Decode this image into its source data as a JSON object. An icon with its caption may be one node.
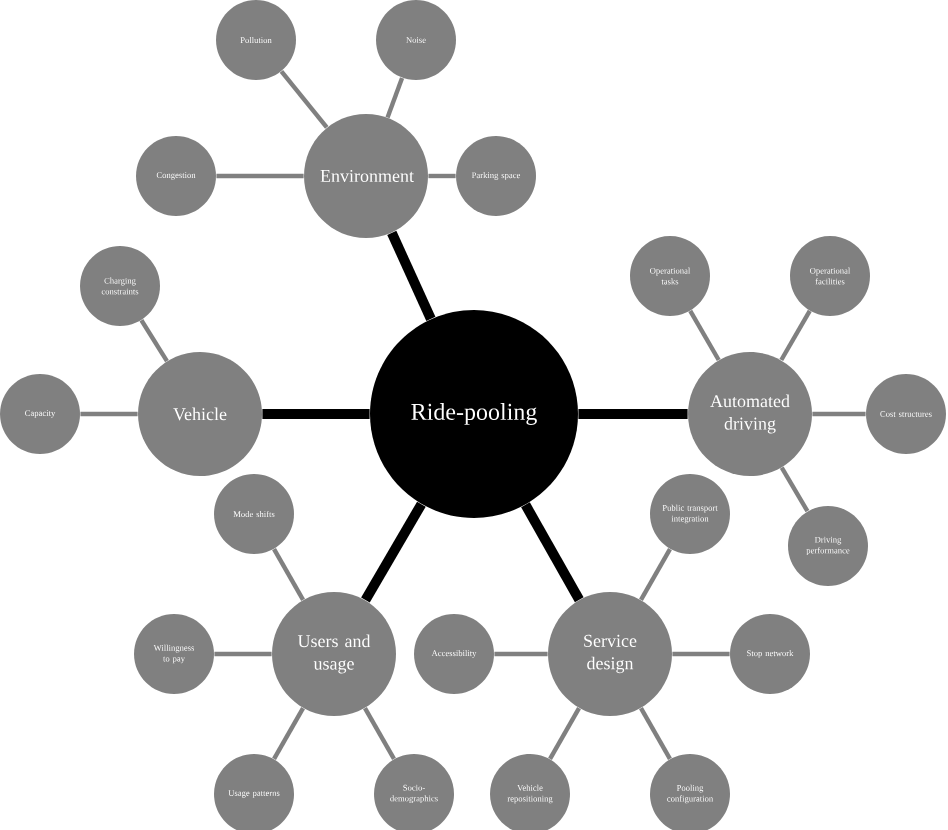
{
  "diagram": {
    "nodes": [
      {
        "text": [
          "Ride-pooling"
        ]
      },
      {
        "text": [
          "Environment"
        ]
      },
      {
        "text": [
          "Pollution"
        ]
      },
      {
        "text": [
          "Noise"
        ]
      },
      {
        "text": [
          "Congestion"
        ]
      },
      {
        "text": [
          "Parking space"
        ]
      },
      {
        "text": [
          "Vehicle"
        ]
      },
      {
        "text": [
          "Charging constraints"
        ]
      },
      {
        "text": [
          "Capacity"
        ]
      },
      {
        "text": [
          "Automated driving"
        ]
      },
      {
        "text": [
          "Operational tasks"
        ]
      },
      {
        "text": [
          "Operational facilities"
        ]
      },
      {
        "text": [
          "Cost structures"
        ]
      },
      {
        "text": [
          "Driving performance"
        ]
      },
      {
        "text": [
          "Users and usage"
        ]
      },
      {
        "text": [
          "Mode shifts"
        ]
      },
      {
        "text": [
          "Willingness to pay"
        ]
      },
      {
        "text": [
          "Usage patterns"
        ]
      },
      {
        "text": [
          "Socio-demographics"
        ]
      },
      {
        "text": [
          "Service design"
        ]
      },
      {
        "text": [
          "Public transport integration"
        ]
      },
      {
        "text": [
          "Stop network"
        ]
      },
      {
        "text": [
          "Vehicle repositioning"
        ]
      },
      {
        "text": [
          "Pooling configuration"
        ]
      },
      {
        "text": [
          "Accessibility"
        ]
      }
    ],
    "edges": [
      {
        "from": 0,
        "to": 1,
        "arrow": "none",
        "style": "thick",
        "color": "#000000"
      },
      {
        "from": 1,
        "to": 2,
        "arrow": "none"
      },
      {
        "from": 1,
        "to": 3,
        "arrow": "none"
      },
      {
        "from": 1,
        "to": 4,
        "arrow": "none"
      },
      {
        "from": 1,
        "to": 5,
        "arrow": "none"
      },
      {
        "from": 0,
        "to": 6,
        "arrow": "none",
        "style": "thick",
        "color": "#000000"
      },
      {
        "from": 6,
        "to": 7,
        "arrow": "none"
      },
      {
        "from": 6,
        "to": 8,
        "arrow": "none"
      },
      {
        "from": 0,
        "to": 9,
        "arrow": "none",
        "style": "thick",
        "color": "#000000"
      },
      {
        "from": 9,
        "to": 10,
        "arrow": "none"
      },
      {
        "from": 9,
        "to": 11,
        "arrow": "none"
      },
      {
        "from": 9,
        "to": 12,
        "arrow": "none"
      },
      {
        "from": 9,
        "to": 13,
        "arrow": "none"
      },
      {
        "from": 0,
        "to": 14,
        "arrow": "none",
        "style": "thick",
        "color": "#000000"
      },
      {
        "from": 14,
        "to": 15,
        "arrow": "none"
      },
      {
        "from": 14,
        "to": 16,
        "arrow": "none"
      },
      {
        "from": 14,
        "to": 17,
        "arrow": "none"
      },
      {
        "from": 14,
        "to": 18,
        "arrow": "none"
      },
      {
        "from": 0,
        "to": 19,
        "arrow": "none",
        "style": "thick",
        "color": "#000000"
      },
      {
        "from": 19,
        "to": 20,
        "arrow": "none"
      },
      {
        "from": 19,
        "to": 21,
        "arrow": "none"
      },
      {
        "from": 19,
        "to": 22,
        "arrow": "none"
      },
      {
        "from": 19,
        "to": 23,
        "arrow": "none"
      },
      {
        "from": 19,
        "to": 24,
        "arrow": "none"
      }
    ]
  }
}
